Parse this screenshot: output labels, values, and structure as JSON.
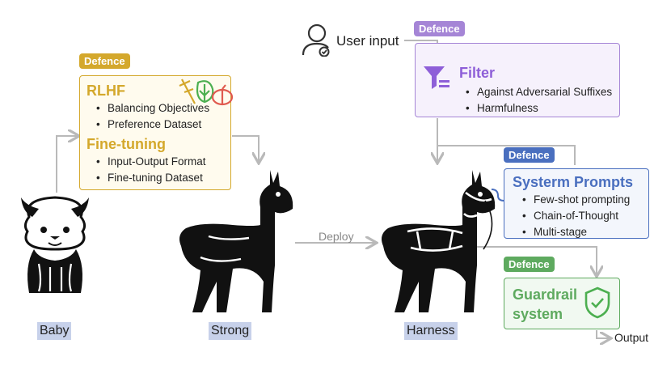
{
  "user_input_label": "User input",
  "deploy_label": "Deploy",
  "output_label": "Output",
  "defence_tags": {
    "rlhf": "Defence",
    "filter": "Defence",
    "system": "Defence",
    "guardrail": "Defence"
  },
  "rlhf_box": {
    "title_rlhf": "RLHF",
    "rlhf_items": [
      "Balancing Objectives",
      "Preference Dataset"
    ],
    "title_ft": "Fine-tuning",
    "ft_items": [
      "Input-Output Format",
      "Fine-tuning Dataset"
    ]
  },
  "filter_box": {
    "title": "Filter",
    "items": [
      "Against Adversarial Suffixes",
      "Harmfulness"
    ]
  },
  "system_box": {
    "title": "Systerm Prompts",
    "items": [
      "Few-shot prompting",
      "Chain-of-Thought",
      "Multi-stage"
    ]
  },
  "guardrail_box": {
    "title_line1": "Guardrail",
    "title_line2": "system"
  },
  "captions": {
    "baby": "Baby",
    "strong": "Strong",
    "harness": "Harness"
  },
  "icons": [
    "user-icon",
    "filter-funnel-icon",
    "vegetables-icon",
    "shield-check-icon",
    "baby-alpaca-icon",
    "strong-alpaca-icon",
    "harnessed-alpaca-icon"
  ],
  "colors": {
    "rlhf": "#d4a82c",
    "filter": "#a585d6",
    "system": "#4a6fbf",
    "guardrail": "#5eaa5f",
    "wire": "#b9b9b9",
    "caption_bg": "#c7d1ea"
  }
}
